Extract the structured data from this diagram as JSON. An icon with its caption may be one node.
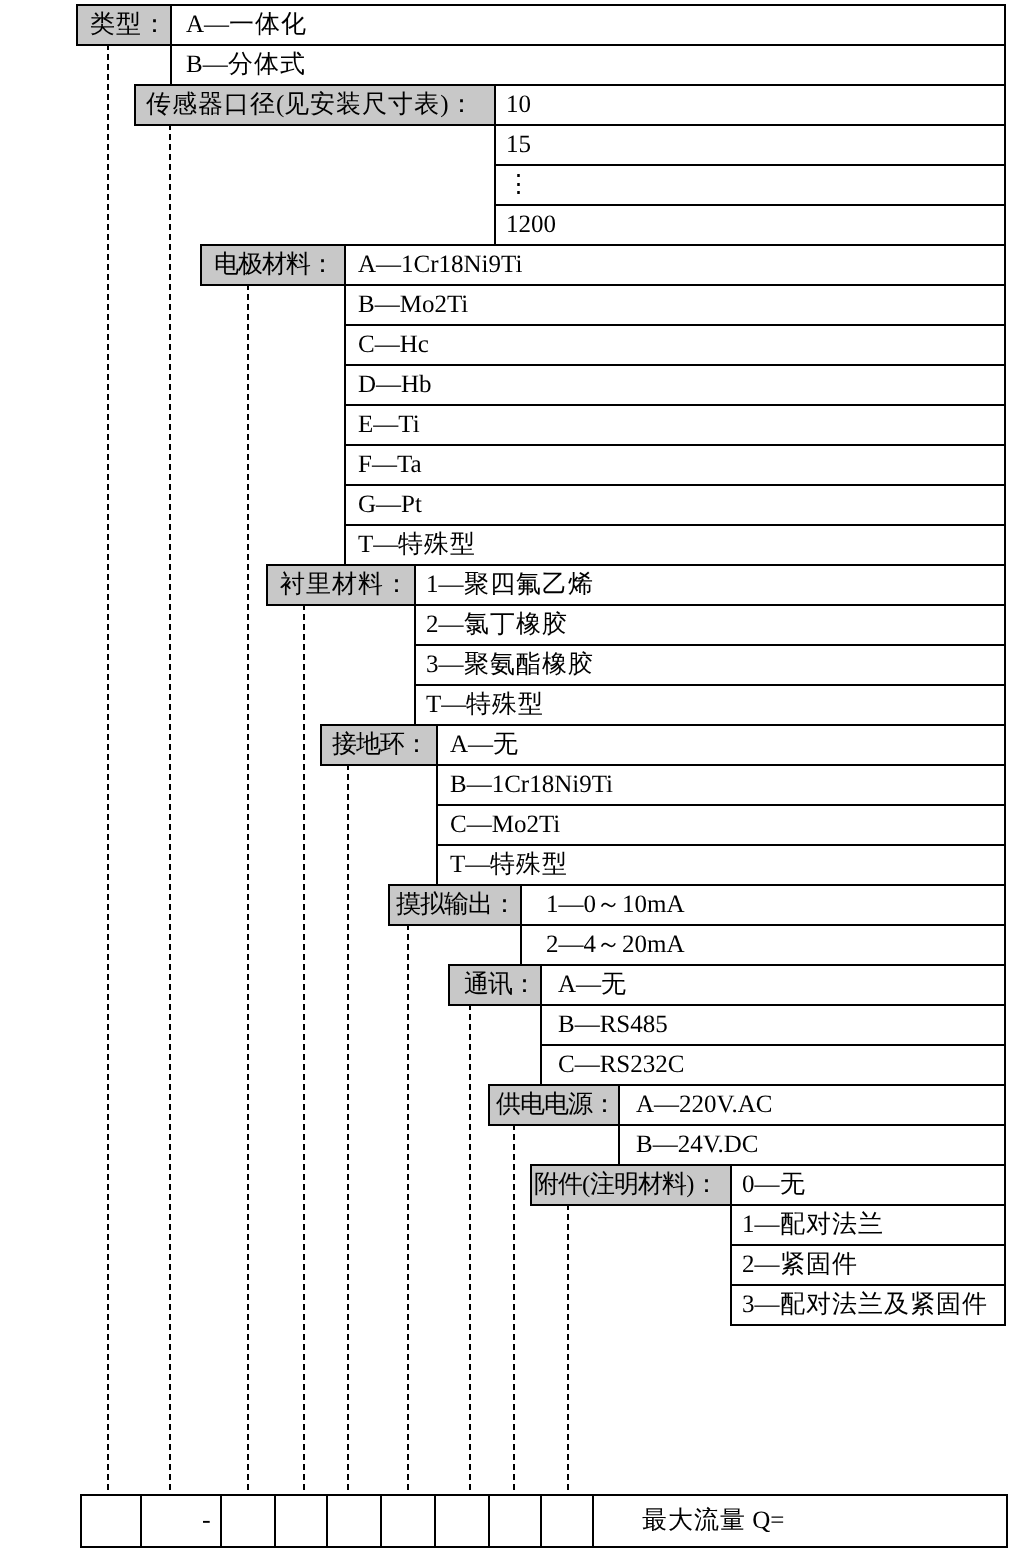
{
  "diagram": {
    "nodes": [
      {
        "text": [
          "类型："
        ]
      },
      {
        "text": [
          "A—一体化"
        ]
      },
      {
        "text": [
          "B—分体式"
        ]
      },
      {
        "text": [
          "传感器口径(见安装尺寸表)："
        ]
      },
      {
        "text": [
          "10"
        ]
      },
      {
        "text": [
          "15"
        ]
      },
      {
        "text": [
          "⋮"
        ]
      },
      {
        "text": [
          "1200"
        ]
      },
      {
        "text": [
          "电极材料："
        ]
      },
      {
        "text": [
          "A—1Cr18Ni9Ti"
        ]
      },
      {
        "text": [
          "B—Mo2Ti"
        ]
      },
      {
        "text": [
          "C—Hc"
        ]
      },
      {
        "text": [
          "D—Hb"
        ]
      },
      {
        "text": [
          "E—Ti"
        ]
      },
      {
        "text": [
          "F—Ta"
        ]
      },
      {
        "text": [
          "G—Pt"
        ]
      },
      {
        "text": [
          "T—特殊型"
        ]
      },
      {
        "text": [
          "衬里材料："
        ]
      },
      {
        "text": [
          "1—聚四氟乙烯"
        ]
      },
      {
        "text": [
          "2—氯丁橡胶"
        ]
      },
      {
        "text": [
          "3—聚氨酯橡胶"
        ]
      },
      {
        "text": [
          "T—特殊型"
        ]
      },
      {
        "text": [
          "接地环："
        ]
      },
      {
        "text": [
          "A—无"
        ]
      },
      {
        "text": [
          "B—1Cr18Ni9Ti"
        ]
      },
      {
        "text": [
          "C—Mo2Ti"
        ]
      },
      {
        "text": [
          "T—特殊型"
        ]
      },
      {
        "text": [
          "摸拟输出："
        ]
      },
      {
        "text": [
          "1—0～10mA"
        ]
      },
      {
        "text": [
          "2—4～20mA"
        ]
      },
      {
        "text": [
          "通讯："
        ]
      },
      {
        "text": [
          "A—无"
        ]
      },
      {
        "text": [
          "B—RS485"
        ]
      },
      {
        "text": [
          "C—RS232C"
        ]
      },
      {
        "text": [
          "供电电源："
        ]
      },
      {
        "text": [
          "A—220V.AC"
        ]
      },
      {
        "text": [
          "B—24V.DC"
        ]
      },
      {
        "text": [
          "附件(注明材料)："
        ]
      },
      {
        "text": [
          "0—无"
        ]
      },
      {
        "text": [
          "1—配对法兰"
        ]
      },
      {
        "text": [
          "2—紧固件"
        ]
      },
      {
        "text": [
          "3—配对法兰及紧固件"
        ]
      },
      {
        "text": [],
        "shape": "box"
      },
      {
        "text": [],
        "shape": "box"
      },
      {
        "text": [],
        "shape": "box"
      },
      {
        "text": [],
        "shape": "box"
      },
      {
        "text": [],
        "shape": "box"
      },
      {
        "text": [],
        "shape": "box"
      },
      {
        "text": [],
        "shape": "box"
      },
      {
        "text": [],
        "shape": "box"
      },
      {
        "text": [],
        "shape": "box"
      },
      {
        "text": [
          "最大流量 Q="
        ]
      }
    ],
    "edges": [
      {
        "from": 0,
        "to": 42,
        "arrow": "none",
        "style": "dashed"
      },
      {
        "from": 3,
        "to": 43,
        "arrow": "none",
        "style": "dashed"
      },
      {
        "from": 8,
        "to": 44,
        "arrow": "none",
        "style": "dashed"
      },
      {
        "from": 17,
        "to": 45,
        "arrow": "none",
        "style": "dashed"
      },
      {
        "from": 22,
        "to": 46,
        "arrow": "none",
        "style": "dashed"
      },
      {
        "from": 27,
        "to": 47,
        "arrow": "none",
        "style": "dashed"
      },
      {
        "from": 30,
        "to": 48,
        "arrow": "none",
        "style": "dashed"
      },
      {
        "from": 34,
        "to": 49,
        "arrow": "none",
        "style": "dashed"
      },
      {
        "from": 37,
        "to": 50,
        "arrow": "none",
        "style": "dashed"
      }
    ],
    "labels": [
      "-"
    ]
  }
}
